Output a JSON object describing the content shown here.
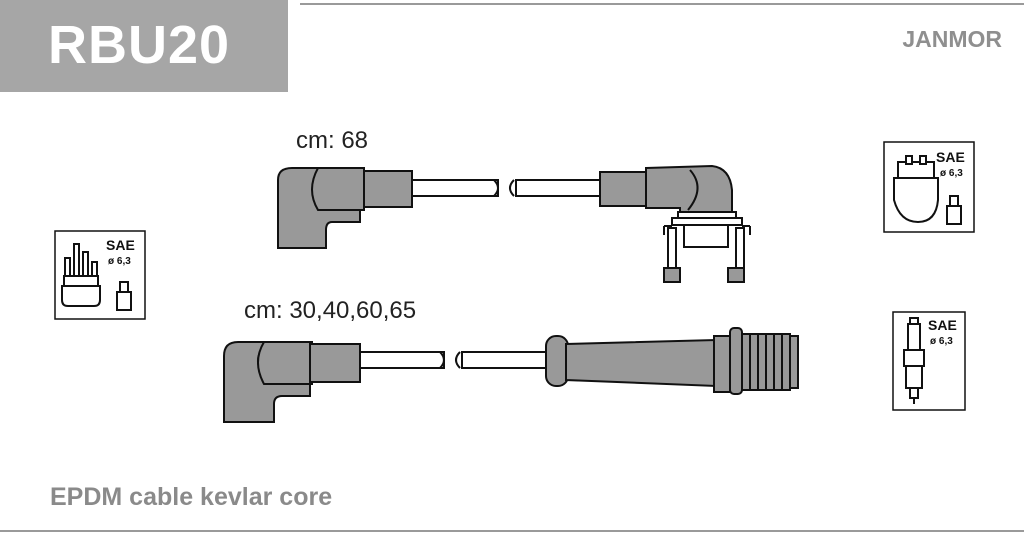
{
  "header": {
    "part_code": "RBU20",
    "brand": "JANMOR"
  },
  "cables": [
    {
      "length_label": "cm: 68"
    },
    {
      "length_label": "cm: 30,40,60,65"
    }
  ],
  "connectors": {
    "distributor_left": {
      "standard": "SAE",
      "diameter": "ø 6,3"
    },
    "coil_right": {
      "standard": "SAE",
      "diameter": "ø 6,3"
    },
    "spark_plug_right": {
      "standard": "SAE",
      "diameter": "ø 6,3"
    }
  },
  "footer": {
    "cable_spec": "EPDM cable kevlar core"
  },
  "colors": {
    "cable_fill": "#999999",
    "header_bg": "#a6a6a6",
    "outline": "#111111"
  }
}
